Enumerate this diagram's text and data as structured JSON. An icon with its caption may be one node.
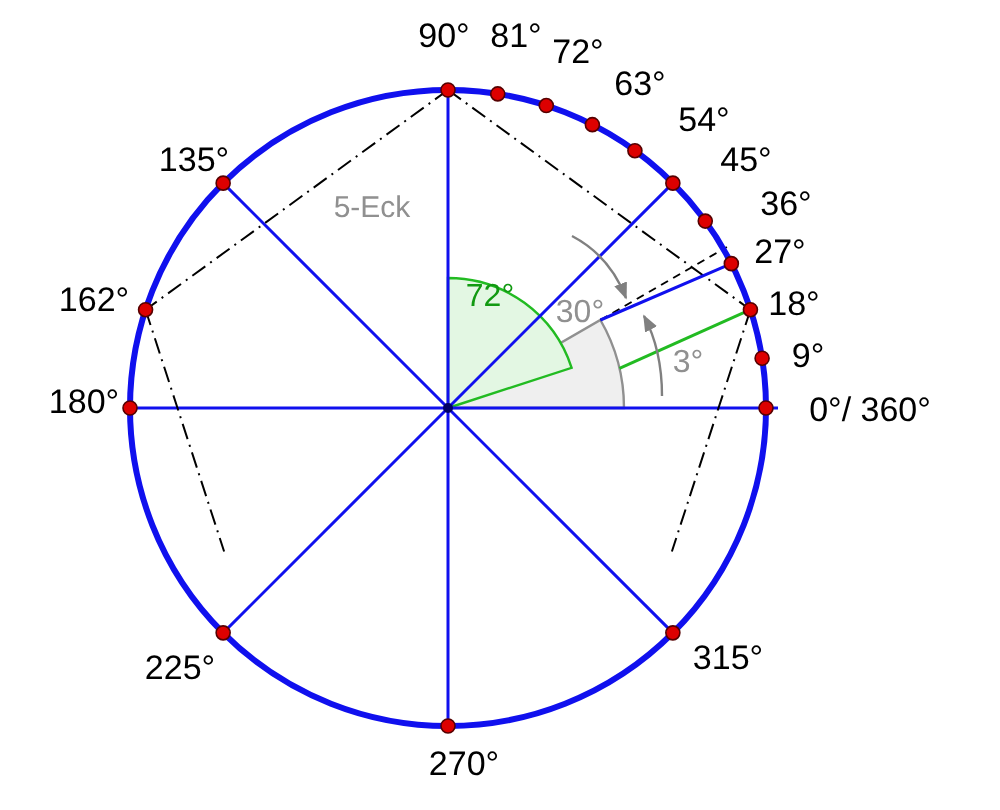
{
  "diagram": {
    "labels": [
      "90°",
      "81°",
      "72°",
      "63°",
      "54°",
      "45°",
      "36°",
      "27°",
      "18°",
      "9°",
      "0°/ 360°",
      "135°",
      "162°",
      "180°",
      "225°",
      "270°",
      "315°",
      "5-Eck",
      "72°",
      "30°",
      "3°"
    ]
  }
}
